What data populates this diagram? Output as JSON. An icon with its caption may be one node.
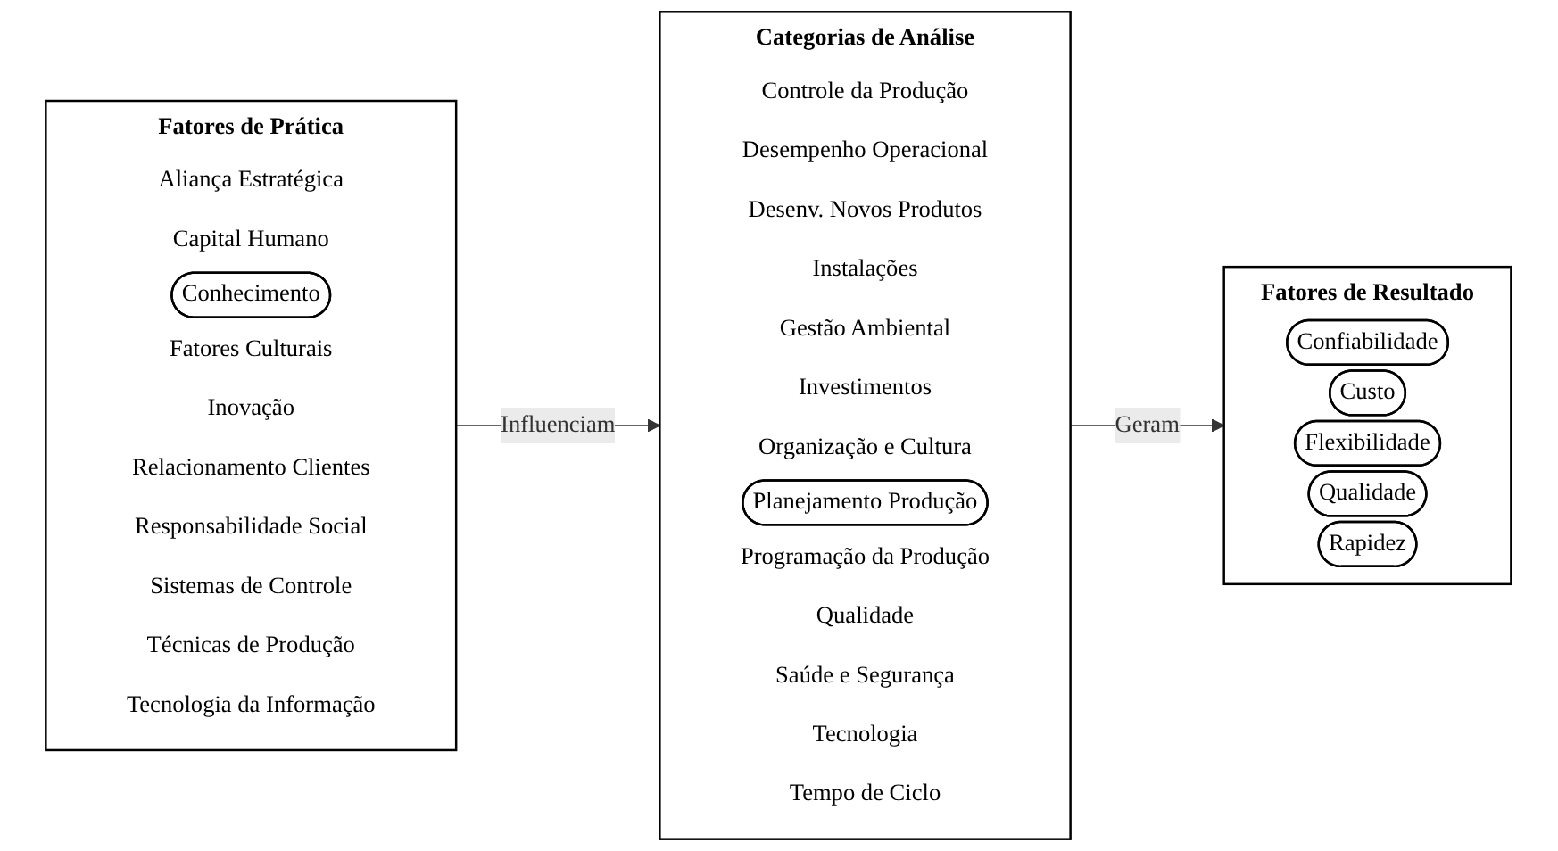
{
  "diagram": {
    "nodes": [
      {
        "text": [
          "Fatores de Prática"
        ]
      },
      {
        "text": [
          "Aliança Estratégica"
        ],
        "in": 0
      },
      {
        "text": [
          "Capital Humano"
        ],
        "in": 0
      },
      {
        "text": [
          "Conhecimento"
        ],
        "in": 0
      },
      {
        "text": [
          "Fatores Culturais"
        ],
        "in": 0
      },
      {
        "text": [
          "Inovação"
        ],
        "in": 0
      },
      {
        "text": [
          "Relacionamento Clientes"
        ],
        "in": 0
      },
      {
        "text": [
          "Responsabilidade Social"
        ],
        "in": 0
      },
      {
        "text": [
          "Sistemas de Controle"
        ],
        "in": 0
      },
      {
        "text": [
          "Técnicas de Produção"
        ],
        "in": 0
      },
      {
        "text": [
          "Tecnologia da Informação"
        ],
        "in": 0
      },
      {
        "text": [
          "Categorias de Análise"
        ]
      },
      {
        "text": [
          "Controle da Produção"
        ],
        "in": 11
      },
      {
        "text": [
          "Desempenho Operacional"
        ],
        "in": 11
      },
      {
        "text": [
          "Desenv. Novos Produtos"
        ],
        "in": 11
      },
      {
        "text": [
          "Instalações"
        ],
        "in": 11
      },
      {
        "text": [
          "Gestão Ambiental"
        ],
        "in": 11
      },
      {
        "text": [
          "Investimentos"
        ],
        "in": 11
      },
      {
        "text": [
          "Organização e Cultura"
        ],
        "in": 11
      },
      {
        "text": [
          "Planejamento Produção"
        ],
        "in": 11
      },
      {
        "text": [
          "Programação da Produção"
        ],
        "in": 11
      },
      {
        "text": [
          "Qualidade"
        ],
        "in": 11
      },
      {
        "text": [
          "Saúde e Segurança"
        ],
        "in": 11
      },
      {
        "text": [
          "Tecnologia"
        ],
        "in": 11
      },
      {
        "text": [
          "Tempo de Ciclo"
        ],
        "in": 11
      },
      {
        "text": [
          "Fatores de Resultado"
        ]
      },
      {
        "text": [
          "Confiabilidade"
        ],
        "in": 25
      },
      {
        "text": [
          "Custo"
        ],
        "in": 25
      },
      {
        "text": [
          "Flexibilidade"
        ],
        "in": 25
      },
      {
        "text": [
          "Qualidade"
        ],
        "in": 25
      },
      {
        "text": [
          "Rapidez"
        ],
        "in": 25
      }
    ],
    "edges": [
      {
        "from": 0,
        "to": 11,
        "arrow": "to",
        "label": "Influenciam"
      },
      {
        "from": 11,
        "to": 25,
        "arrow": "to",
        "label": "Geram"
      }
    ]
  }
}
